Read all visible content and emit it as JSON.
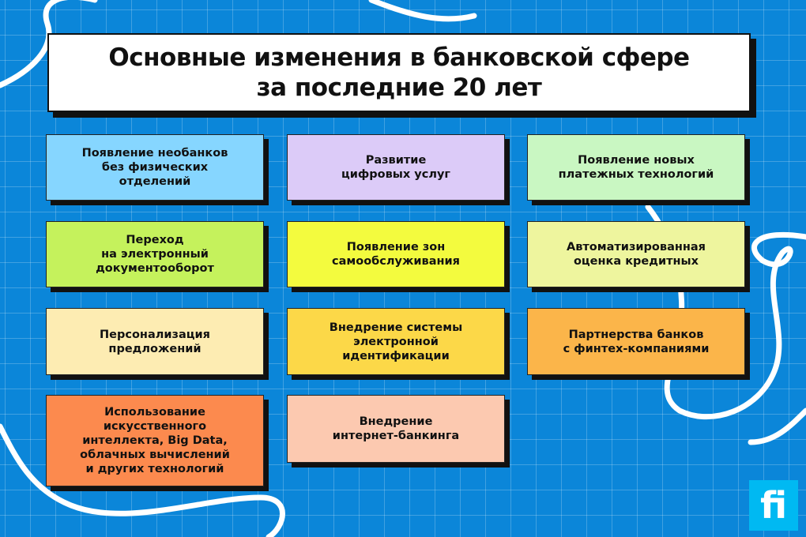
{
  "title": {
    "line1": "Основные изменения в банковской сфере",
    "line2": "за последние 20 лет"
  },
  "cards": [
    {
      "text": "Появление необанков\nбез физических\nотделений",
      "color": "#86d6ff"
    },
    {
      "text": "Развитие\nцифровых услуг",
      "color": "#dccbf8"
    },
    {
      "text": "Появление новых\nплатежных технологий",
      "color": "#c9f7c2"
    },
    {
      "text": "Переход\nна электронный\nдокументооборот",
      "color": "#c5f25c"
    },
    {
      "text": "Появление зон\nсамообслуживания",
      "color": "#f3fb3e"
    },
    {
      "text": "Автоматизированная\nоценка кредитных",
      "color": "#eef59e"
    },
    {
      "text": "Персонализация\nпредложений",
      "color": "#fdecb2"
    },
    {
      "text": "Внедрение системы\nэлектронной\nидентификации",
      "color": "#fcd848"
    },
    {
      "text": "Партнерства банков\nс финтех-компаниями",
      "color": "#fbb54a"
    },
    {
      "text": "Использование\nискусственного\nинтеллекта, Big Data,\nоблачных вычислений\nи других технологий",
      "color": "#fc8a4e"
    },
    {
      "text": "Внедрение\nинтернет-банкинга",
      "color": "#fcc9b0"
    }
  ],
  "logo": {
    "text": "fi",
    "color": "#00b9f2"
  }
}
